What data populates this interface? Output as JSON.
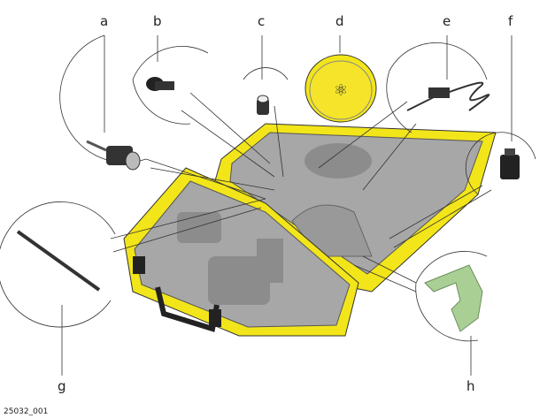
{
  "labels": {
    "a": "a",
    "b": "b",
    "c": "c",
    "d": "d",
    "e": "e",
    "f": "f",
    "g": "g",
    "h": "h"
  },
  "figure_id": "25032_001",
  "colors": {
    "case": "#f2e51a",
    "insert": "#a7a7a7",
    "insert_dark": "#8c8c8c",
    "accessory_green": "#a9cf95"
  }
}
